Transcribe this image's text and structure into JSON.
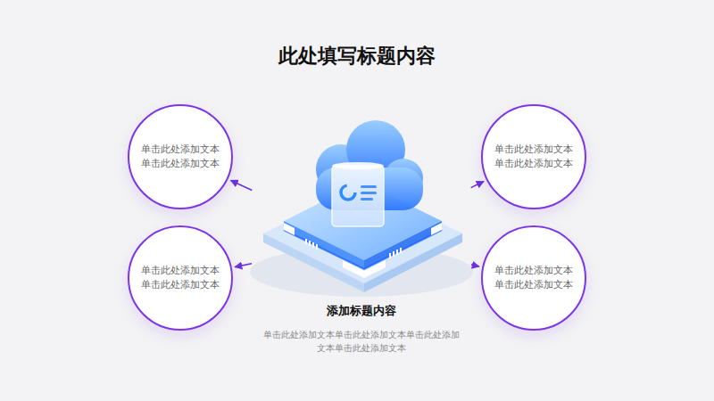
{
  "diagram": {
    "title": "此处填写标题内容",
    "nodes": [
      {
        "text": [
          "添加标题内容",
          "单击此处添加文本单击此处添加文本单击此处添加 文本单击此处添加文本"
        ]
      },
      {
        "text": [
          "单击此处添加文本 单击此处添加文本"
        ]
      },
      {
        "text": [
          "单击此处添加文本 单击此处添加文本"
        ]
      },
      {
        "text": [
          "单击此处添加文本 单击此处添加文本"
        ]
      },
      {
        "text": [
          "单击此处添加文本 单击此处添加文本"
        ]
      }
    ],
    "edges": [
      {
        "from": 0,
        "to": 1,
        "arrow": "to"
      },
      {
        "from": 0,
        "to": 2,
        "arrow": "to"
      },
      {
        "from": 0,
        "to": 3,
        "arrow": "to"
      },
      {
        "from": 0,
        "to": 4,
        "arrow": "to"
      }
    ]
  }
}
